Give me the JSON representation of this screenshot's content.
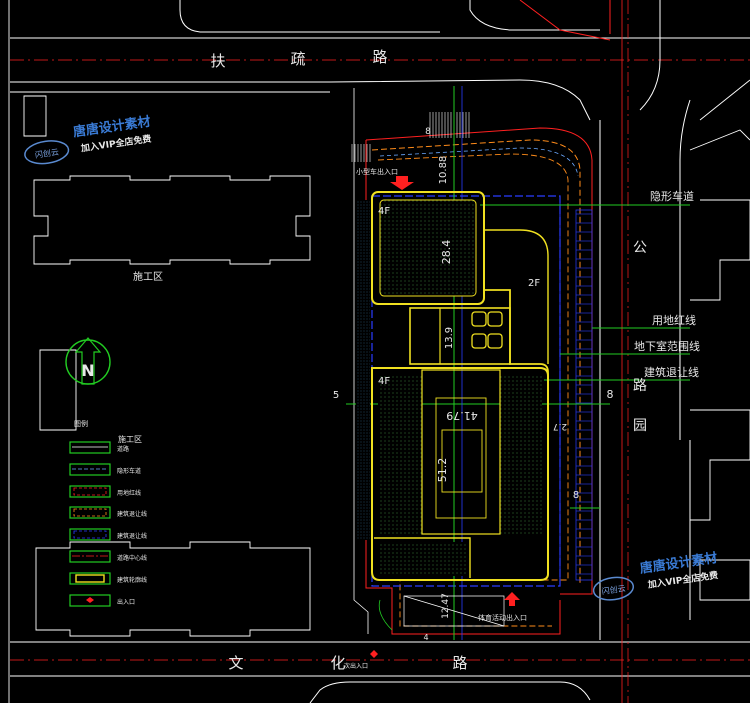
{
  "roads": {
    "north": [
      "扶",
      "疏",
      "路"
    ],
    "south": [
      "文",
      "化",
      "路"
    ],
    "east": [
      "公",
      "路",
      "园"
    ]
  },
  "site": {
    "entrance_north": "小型车出入口",
    "entrance_south_a": "体育活动出入口",
    "entrance_south_b": "次出入口",
    "construction_zone": "施工区",
    "north_symbol": "N",
    "legend_side_label": "图例"
  },
  "buildings": {
    "tower_floors": "4F",
    "tower_dim": "28.4",
    "podium_floors": "2F",
    "core_dim": "13.9",
    "block_floors": "4F",
    "block_dim_w": "41.79",
    "block_dim_h": "51.2"
  },
  "dims": {
    "north_setback": "10.88",
    "north_small": "8",
    "west_setback": "5",
    "east_setback_a": "8",
    "east_setback_b": "8",
    "east_small": "2.7",
    "south_setback": "12.47",
    "south_small": "4"
  },
  "callouts": {
    "setback_hidden": "隐形车道",
    "landuse_line": "用地红线",
    "basement_line": "地下室范围线",
    "building_setback": "建筑退让线"
  },
  "legend": {
    "title": "施工区",
    "items": [
      "道路",
      "隐形车道",
      "用地红线",
      "建筑退让线",
      "建筑退让线",
      "道路中心线",
      "建筑轮廓线",
      "出入口"
    ]
  },
  "watermark": {
    "logo": "闪创云",
    "brand": "唐唐设计素材",
    "promo": "加入VIP全店免费"
  },
  "colors": {
    "background": "#000000",
    "road": "#ffffff",
    "red_line": "#ff2020",
    "green_line": "#22cc22",
    "blue_line": "#2a3cff",
    "orange_line": "#ff8c1a",
    "building": "#f0e020",
    "text": "#e8e8e8",
    "watermark": "#3a7bd5"
  }
}
